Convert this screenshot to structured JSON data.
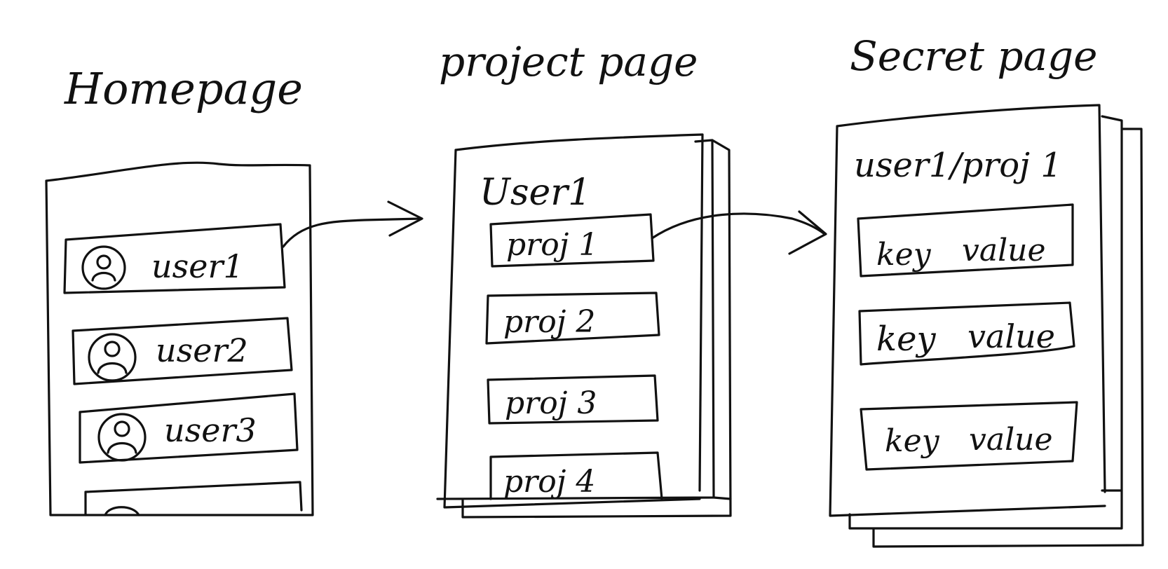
{
  "colors": {
    "ink": "#111111",
    "paper": "#ffffff"
  },
  "homepage": {
    "title": "Homepage",
    "users": [
      {
        "label": "user1",
        "icon": "user-avatar-icon"
      },
      {
        "label": "user2",
        "icon": "user-avatar-icon"
      },
      {
        "label": "user3",
        "icon": "user-avatar-icon"
      }
    ]
  },
  "project_page": {
    "title": "project page",
    "heading": "User1",
    "projects": [
      "proj 1",
      "proj 2",
      "proj 3",
      "proj 4"
    ]
  },
  "secret_page": {
    "title": "Secret page",
    "heading": "user1/proj 1",
    "entries": [
      {
        "key": "key",
        "value": "value"
      },
      {
        "key": "key",
        "value": "value"
      },
      {
        "key": "key",
        "value": "value"
      }
    ]
  },
  "flows": [
    {
      "from": "homepage-user1",
      "to": "project-page"
    },
    {
      "from": "project-page-proj-1",
      "to": "secret-page"
    }
  ]
}
